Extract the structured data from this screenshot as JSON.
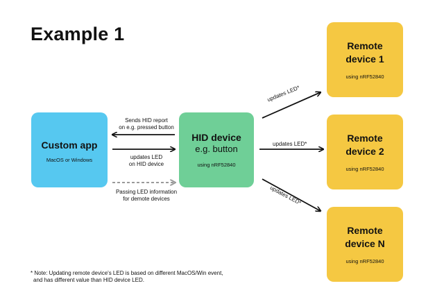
{
  "title": "Example 1",
  "nodes": {
    "custom_app": {
      "title": "Custom app",
      "subtitle": "MacOS or Windows"
    },
    "hid_device": {
      "title": "HID device",
      "title2": "e.g. button",
      "subtitle": "using nRF52840"
    },
    "remote1": {
      "line1": "Remote",
      "line2": "device 1",
      "subtitle": "using nRF52840"
    },
    "remote2": {
      "line1": "Remote",
      "line2": "device 2",
      "subtitle": "using nRF52840"
    },
    "remoteN": {
      "line1": "Remote",
      "line2": "device N",
      "subtitle": "using nRF52840"
    }
  },
  "edges": {
    "sends_line1": "Sends HID report",
    "sends_line2": "on e.g. pressed button",
    "updates_line1": "updates LED",
    "updates_line2": "on HID device",
    "passing_line1": "Passing LED information",
    "passing_line2": "for demote devices",
    "to_remote1": "updates LED*",
    "to_remote2": "updates LED*",
    "to_remoteN": "updates LED*"
  },
  "note": {
    "line1": "* Note: Updating remote device's LED is based on different MacOS/Win event,",
    "line2": "and has different value than HID device LED."
  },
  "colors": {
    "custom_app": "#56c8f0",
    "hid_device": "#6fcf97",
    "remote": "#f5c842",
    "arrow": "#111111",
    "dashed_arrow": "#9a9a9a"
  }
}
